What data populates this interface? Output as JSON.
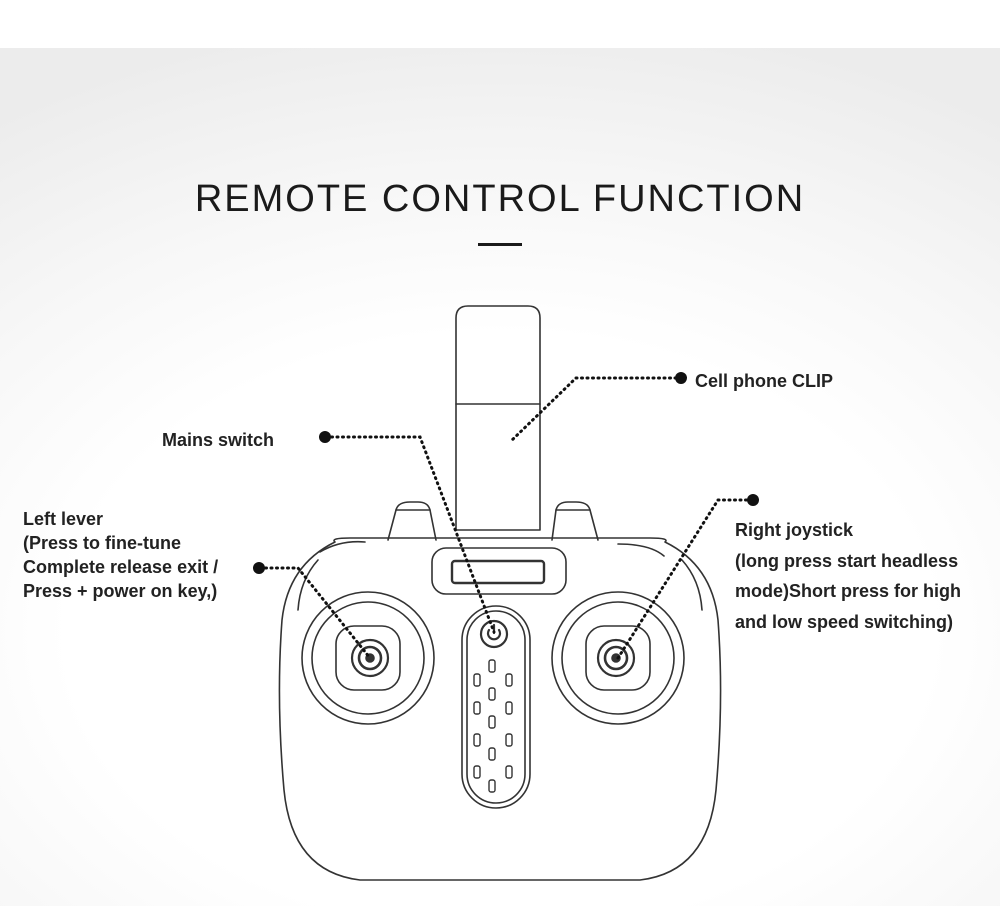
{
  "title": "REMOTE CONTROL FUNCTION",
  "callouts": {
    "cell_phone_clip": "Cell phone CLIP",
    "mains_switch": "Mains switch",
    "left_lever": {
      "lines": [
        "Left lever",
        "(Press to fine-tune",
        "Complete release exit /",
        "Press + power on key,)"
      ]
    },
    "right_joystick": {
      "lines": [
        "Right joystick",
        "(long press start headless",
        "mode)Short press for high",
        "and low speed switching)"
      ]
    }
  },
  "colors": {
    "text": "#222222",
    "line_art": "#333333",
    "background": "#ffffff"
  },
  "icons": [
    "power-icon",
    "speaker-grille-icon"
  ]
}
